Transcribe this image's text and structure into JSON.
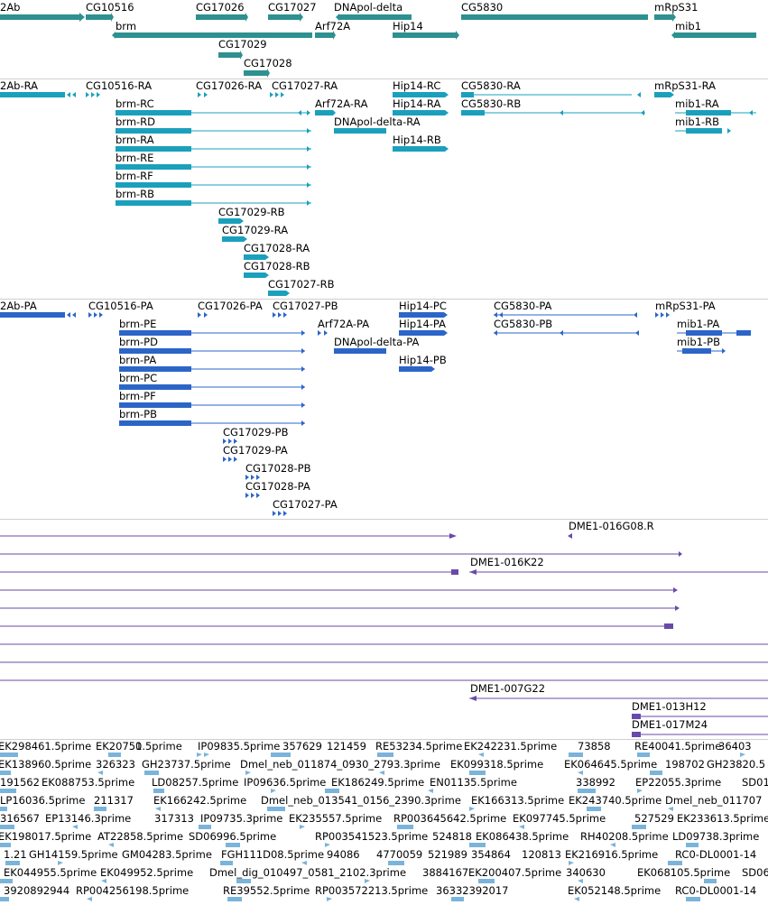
{
  "genes": [
    {
      "label": "2Ab"
    },
    {
      "label": "CG10516"
    },
    {
      "label": "CG17026"
    },
    {
      "label": "CG17027"
    },
    {
      "label": "DNApol-delta"
    },
    {
      "label": "CG5830"
    },
    {
      "label": "mRpS31"
    },
    {
      "label": "brm"
    },
    {
      "label": "Arf72A"
    },
    {
      "label": "Hip14"
    },
    {
      "label": "mib1"
    },
    {
      "label": "CG17029"
    },
    {
      "label": "CG17028"
    }
  ],
  "transcripts": [
    {
      "label": "2Ab-RA"
    },
    {
      "label": "CG10516-RA"
    },
    {
      "label": "CG17026-RA"
    },
    {
      "label": "CG17027-RA"
    },
    {
      "label": "Hip14-RC"
    },
    {
      "label": "CG5830-RA"
    },
    {
      "label": "mRpS31-RA"
    },
    {
      "label": "brm-RC"
    },
    {
      "label": "Arf72A-RA"
    },
    {
      "label": "Hip14-RA"
    },
    {
      "label": "CG5830-RB"
    },
    {
      "label": "mib1-RA"
    },
    {
      "label": "brm-RD"
    },
    {
      "label": "DNApol-delta-RA"
    },
    {
      "label": "mib1-RB"
    },
    {
      "label": "brm-RA"
    },
    {
      "label": "Hip14-RB"
    },
    {
      "label": "brm-RE"
    },
    {
      "label": "brm-RF"
    },
    {
      "label": "brm-RB"
    },
    {
      "label": "CG17029-RB"
    },
    {
      "label": "CG17029-RA"
    },
    {
      "label": "CG17028-RA"
    },
    {
      "label": "CG17028-RB"
    },
    {
      "label": "CG17027-RB"
    }
  ],
  "proteins": [
    {
      "label": "2Ab-PA"
    },
    {
      "label": "CG10516-PA"
    },
    {
      "label": "CG17026-PA"
    },
    {
      "label": "CG17027-PB"
    },
    {
      "label": "Hip14-PC"
    },
    {
      "label": "CG5830-PA"
    },
    {
      "label": "mRpS31-PA"
    },
    {
      "label": "brm-PE"
    },
    {
      "label": "Arf72A-PA"
    },
    {
      "label": "Hip14-PA"
    },
    {
      "label": "CG5830-PB"
    },
    {
      "label": "mib1-PA"
    },
    {
      "label": "brm-PD"
    },
    {
      "label": "DNApol-delta-PA"
    },
    {
      "label": "mib1-PB"
    },
    {
      "label": "brm-PA"
    },
    {
      "label": "Hip14-PB"
    },
    {
      "label": "brm-PC"
    },
    {
      "label": "brm-PF"
    },
    {
      "label": "brm-PB"
    },
    {
      "label": "CG17029-PB"
    },
    {
      "label": "CG17029-PA"
    },
    {
      "label": "CG17028-PB"
    },
    {
      "label": "CG17028-PA"
    },
    {
      "label": "CG17027-PA"
    }
  ],
  "clones": [
    {
      "label": "DME1-016G08.R"
    },
    {
      "label": "DME1-016K22"
    },
    {
      "label": "DME1-007G22"
    },
    {
      "label": "DME1-013H12"
    },
    {
      "label": "DME1-017M24"
    }
  ],
  "ests": [
    "EK298461.5prime",
    "EK20751",
    "0.5prime",
    "IP09835.5prime",
    "357629",
    "121459",
    "RE53234.5prime",
    "EK242231.5prime",
    "73858",
    "RE40041.5prime",
    "36403",
    "EK138960.5prime",
    "326323",
    "GH23737.5prime",
    "Dmel_neb_011874_0930_2793.3prime",
    "EK099318.5prime",
    "EK064645.5prime",
    "198702",
    "GH23820.5",
    "191562",
    "EK088753.5prime",
    "LD08257.5prime",
    "IP09636.5prime",
    "EK186249.5prime",
    "EN01135.5prime",
    "338992",
    "EP22055.3prime",
    "SD01",
    "LP16036.5prime",
    "211317",
    "EK166242.5prime",
    "Dmel_neb_013541_0156_2390.3prime",
    "EK166313.5prime",
    "EK243740.5prime",
    "Dmel_neb_011707",
    "316567",
    "EP13146.3prime",
    "317313",
    "IP09735.3prime",
    "EK235557.5prime",
    "RP003645642.5prime",
    "EK097745.5prime",
    "527529",
    "EK233613.5prime",
    "EK198017.5prime",
    "AT22858.5prime",
    "SD06996.5prime",
    "RP003541523.5prime",
    "524818",
    "EK086438.5prime",
    "RH40208.5prime",
    "LD09738.3prime",
    "1.21",
    "GH14159.5prime",
    "GM04283.5prime",
    "FGH111D08.5prime",
    "94086",
    "4770059",
    "521989",
    "354864",
    "120813",
    "EK216916.5prime",
    "RC0-DL0001-14",
    "EK044955.5prime",
    "EK049952.5prime",
    "Dmel_dig_010497_0581_2102.3prime",
    "3884167",
    "EK200407.5prime",
    "340630",
    "EK068105.5prime",
    "SD06",
    "3920892944",
    "RP004256198.5prime",
    "RE39552.5prime",
    "RP003572213.5prime",
    "36332392017",
    "EK052148.5prime",
    "RC0-DL0001-14"
  ],
  "colors": {
    "gene": "#2e9090",
    "transcript": "#1aa0bc",
    "protein": "#2b65c8",
    "clone": "#6a4aa8",
    "est": "#7ab4da",
    "separator": "#cfcfcf"
  }
}
